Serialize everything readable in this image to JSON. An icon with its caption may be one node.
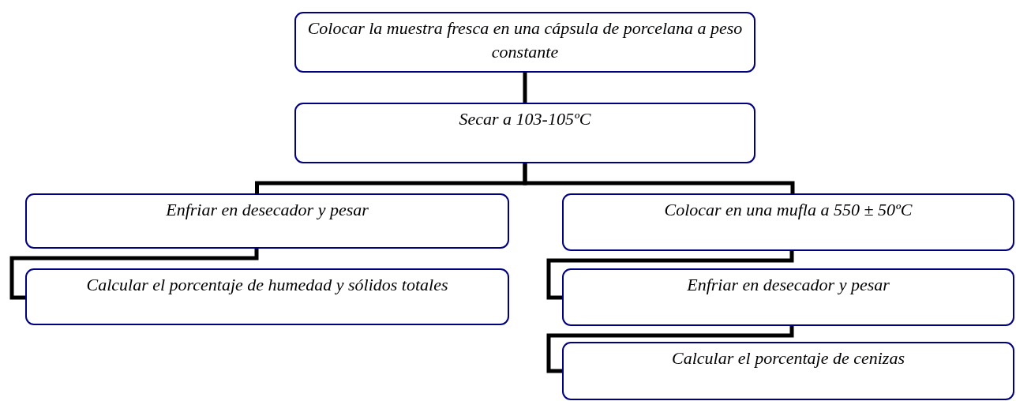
{
  "diagram": {
    "nodes": [
      {
        "text": [
          "Colocar la muestra fresca en una cápsula de porcelana a peso constante"
        ]
      },
      {
        "text": [
          "Secar a 103-105ºC"
        ]
      },
      {
        "text": [
          "Enfriar en desecador y pesar"
        ]
      },
      {
        "text": [
          "Calcular el porcentaje de humedad y sólidos totales"
        ]
      },
      {
        "text": [
          "Colocar en una mufla a 550 ± 50ºC"
        ]
      },
      {
        "text": [
          "Enfriar en desecador y pesar"
        ]
      },
      {
        "text": [
          "Calcular el porcentaje de cenizas"
        ]
      }
    ],
    "edges": [
      {
        "from": 0,
        "to": 1,
        "arrow": "none"
      },
      {
        "from": 1,
        "to": 2,
        "arrow": "none"
      },
      {
        "from": 1,
        "to": 4,
        "arrow": "none"
      },
      {
        "from": 2,
        "to": 3,
        "arrow": "none"
      },
      {
        "from": 4,
        "to": 5,
        "arrow": "none"
      },
      {
        "from": 5,
        "to": 6,
        "arrow": "none"
      }
    ]
  }
}
